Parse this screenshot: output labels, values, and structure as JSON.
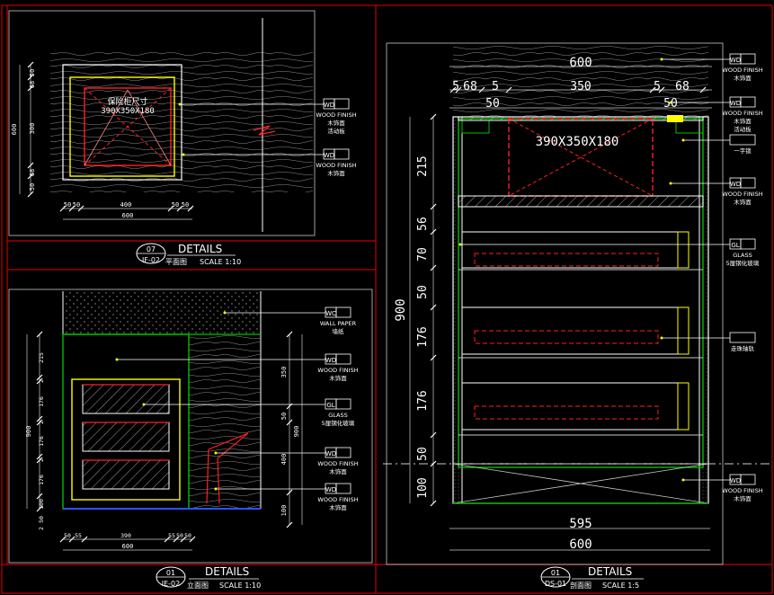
{
  "colors": {
    "frame": "#c00000",
    "white": "#ffffff",
    "yellow": "#ffff00",
    "red": "#ff2020",
    "green": "#00c000",
    "cyan": "#00c8c8",
    "gray": "#9a9a9a"
  },
  "plan": {
    "dims_left": [
      "50",
      "68",
      "300",
      "68",
      "50",
      "600"
    ],
    "dims_bottom": [
      "50",
      "50",
      "400",
      "50",
      "50",
      "600"
    ],
    "box_label_1": "保险柜尺寸",
    "box_label_2": "390X350X180",
    "callouts": [
      {
        "code": "WD",
        "lines": [
          "WOOD FINISH",
          "木饰面",
          "活动板"
        ]
      },
      {
        "code": "WD",
        "lines": [
          "WOOD FINISH",
          "木饰面"
        ]
      }
    ],
    "title": {
      "num": "07",
      "ref": "IF-02",
      "title": "DETAILS",
      "sub": "平面图",
      "scale": "SCALE 1:10"
    }
  },
  "elevation": {
    "dims_left": [
      "215",
      "2",
      "176",
      "2",
      "176",
      "2",
      "176",
      "100",
      "50",
      "2",
      "900"
    ],
    "dims_right": [
      "350",
      "50",
      "400",
      "100",
      "900"
    ],
    "dims_bottom": [
      "50",
      "55",
      "390",
      "55",
      "50",
      "50",
      "600"
    ],
    "callouts": [
      {
        "code": "WC",
        "lines": [
          "WALL PAPER",
          "墙纸"
        ]
      },
      {
        "code": "WD",
        "lines": [
          "WOOD FINISH",
          "木饰面"
        ]
      },
      {
        "code": "GL",
        "lines": [
          "GLASS",
          "5厘钢化玻璃"
        ]
      },
      {
        "code": "WD",
        "lines": [
          "WOOD FINISH",
          "木饰面"
        ]
      },
      {
        "code": "WD",
        "lines": [
          "WOOD FINISH",
          "木饰面"
        ]
      }
    ],
    "title": {
      "num": "01",
      "ref": "IE-02",
      "title": "DETAILS",
      "sub": "立面图",
      "scale": "SCALE 1:10"
    }
  },
  "section": {
    "top_total": "600",
    "top_dims": [
      "5",
      "68",
      "5",
      "350",
      "5",
      "68"
    ],
    "top_sub": [
      "50",
      "50"
    ],
    "box_label": "390X350X180",
    "left_dims": [
      "215",
      "56",
      "70",
      "50",
      "176",
      "176",
      "50",
      "100"
    ],
    "left_total": "900",
    "bottom_inner": "595",
    "bottom_total": "600",
    "callouts": [
      {
        "code": "WD",
        "lines": [
          "WOOD FINISH",
          "木饰面"
        ]
      },
      {
        "code": "WD",
        "lines": [
          "WOOD FINISH",
          "木饰面",
          "活动板"
        ]
      },
      {
        "code": "",
        "lines": [
          "一字锁"
        ]
      },
      {
        "code": "WD",
        "lines": [
          "WOOD FINISH",
          "木饰面"
        ]
      },
      {
        "code": "GL",
        "lines": [
          "GLASS",
          "5厘钢化玻璃"
        ]
      },
      {
        "code": "",
        "lines": [
          "走珠轴轨"
        ]
      },
      {
        "code": "WD",
        "lines": [
          "WOOD FINISH",
          "木饰面"
        ]
      }
    ],
    "title": {
      "num": "01",
      "ref": "DS-01",
      "title": "DETAILS",
      "sub": "剖面图",
      "scale": "SCALE 1:5"
    }
  }
}
